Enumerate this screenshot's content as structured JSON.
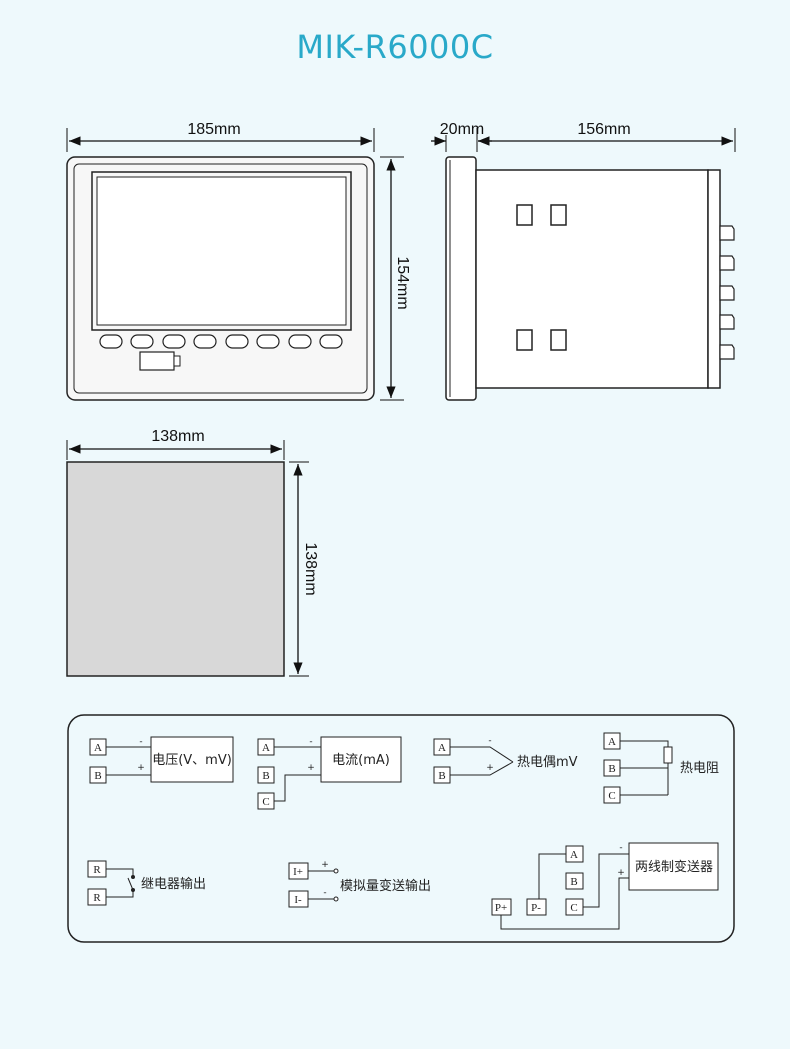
{
  "title": "MIK-R6000C",
  "dimensions": {
    "front_width": "185mm",
    "front_height": "154mm",
    "side_depth_front": "20mm",
    "side_depth_body": "156mm",
    "cutout_width": "138mm",
    "cutout_height": "138mm"
  },
  "wiring": {
    "voltage": {
      "terminals": [
        "A",
        "B"
      ],
      "signs": [
        "-",
        "+"
      ],
      "label": "电压(V、mV)"
    },
    "current": {
      "terminals": [
        "A",
        "B",
        "C"
      ],
      "signs": [
        "-",
        "+"
      ],
      "label": "电流(mA)"
    },
    "thermocouple": {
      "terminals": [
        "A",
        "B"
      ],
      "signs": [
        "-",
        "+"
      ],
      "label": "热电偶mV"
    },
    "rtd": {
      "terminals": [
        "A",
        "B",
        "C"
      ],
      "label": "热电阻"
    },
    "relay": {
      "terminals": [
        "R",
        "R"
      ],
      "label": "继电器输出"
    },
    "analog": {
      "terminals": [
        "I+",
        "I-"
      ],
      "signs": [
        "+",
        "-"
      ],
      "label": "模拟量变送输出"
    },
    "transmitter": {
      "terminals": [
        "A",
        "B",
        "C",
        "P+",
        "P-"
      ],
      "signs": [
        "-",
        "+"
      ],
      "label": "两线制变送器"
    }
  },
  "colors": {
    "title": "#29a9c9",
    "background": "#eef9fc",
    "cutout_fill": "#d8d8d8",
    "line": "#222222"
  }
}
